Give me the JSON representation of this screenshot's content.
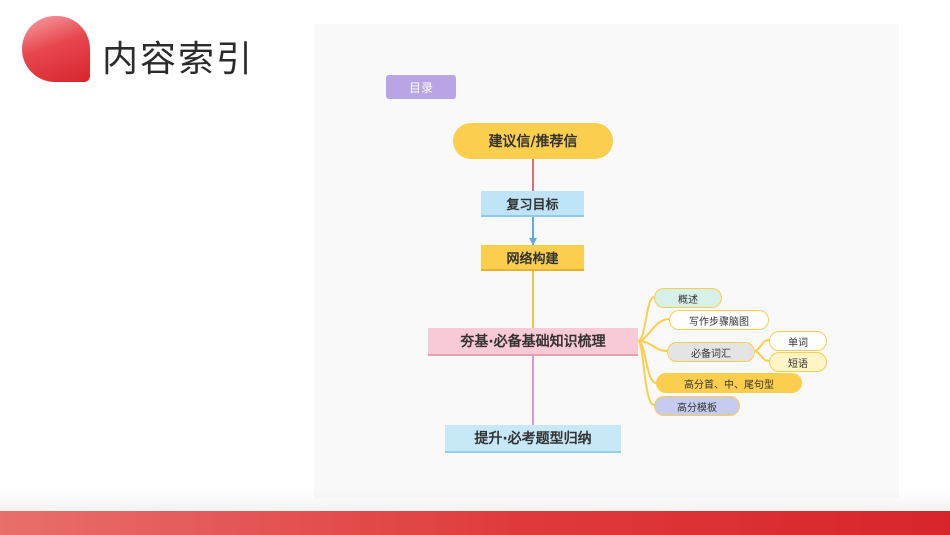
{
  "header": {
    "title": "内容索引"
  },
  "mindmap": {
    "tag": "目录",
    "root": "建议信/推荐信",
    "review": "复习目标",
    "network": "网络构建",
    "basic": "夯基·必备基础知识梳理",
    "improve": "提升·必考题型归纳",
    "branches": {
      "overview": "概述",
      "steps": "写作步骤脑图",
      "vocab": "必备词汇",
      "word": "单词",
      "phrase": "短语",
      "sentences": "高分首、中、尾句型",
      "template": "高分模板"
    }
  },
  "colors": {
    "accent": "#d7252d",
    "yellow": "#fbcf4d",
    "pink": "#f8c9d6",
    "blue": "#bfe3f7",
    "purple": "#b9a4e6"
  }
}
